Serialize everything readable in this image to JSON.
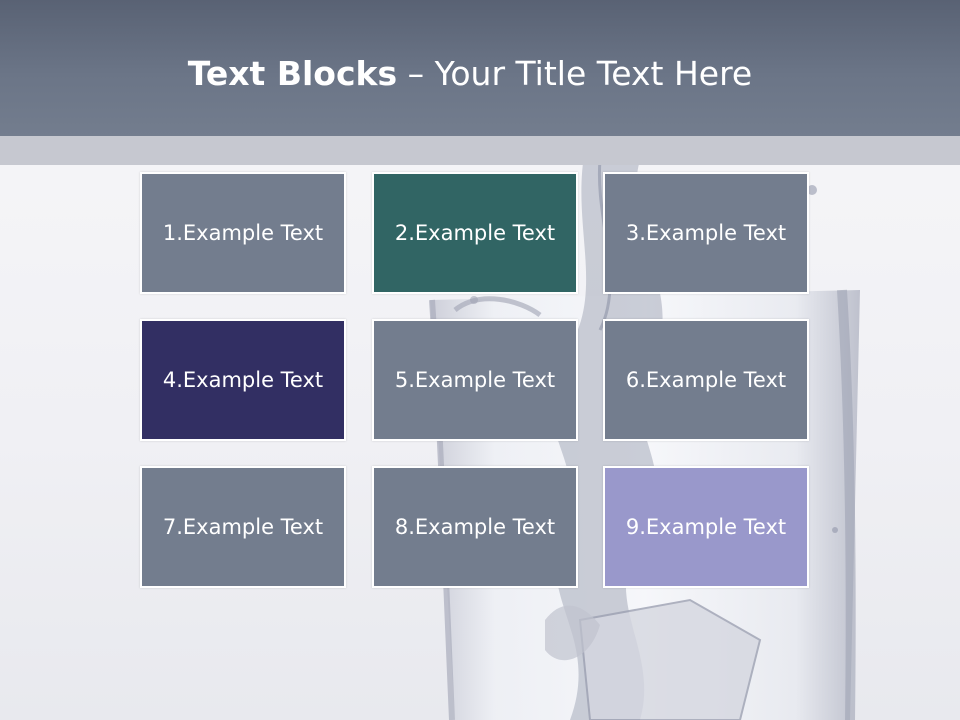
{
  "title": {
    "bold": "Text Blocks",
    "rest": " – Your Title Text Here"
  },
  "blocks": [
    {
      "label": "1.Example Text",
      "color": "#737d8e"
    },
    {
      "label": "2.Example Text",
      "color": "#316564"
    },
    {
      "label": "3.Example Text",
      "color": "#737d8e"
    },
    {
      "label": "4.Example Text",
      "color": "#322f63"
    },
    {
      "label": "5.Example Text",
      "color": "#737d8e"
    },
    {
      "label": "6.Example Text",
      "color": "#737d8e"
    },
    {
      "label": "7.Example Text",
      "color": "#737d8e"
    },
    {
      "label": "8.Example Text",
      "color": "#737d8e"
    },
    {
      "label": "9.Example Text",
      "color": "#9998cb"
    }
  ],
  "colors": {
    "header": "#6b7587",
    "header_band": "#c6c8d0",
    "background": "#f6f6f8"
  }
}
